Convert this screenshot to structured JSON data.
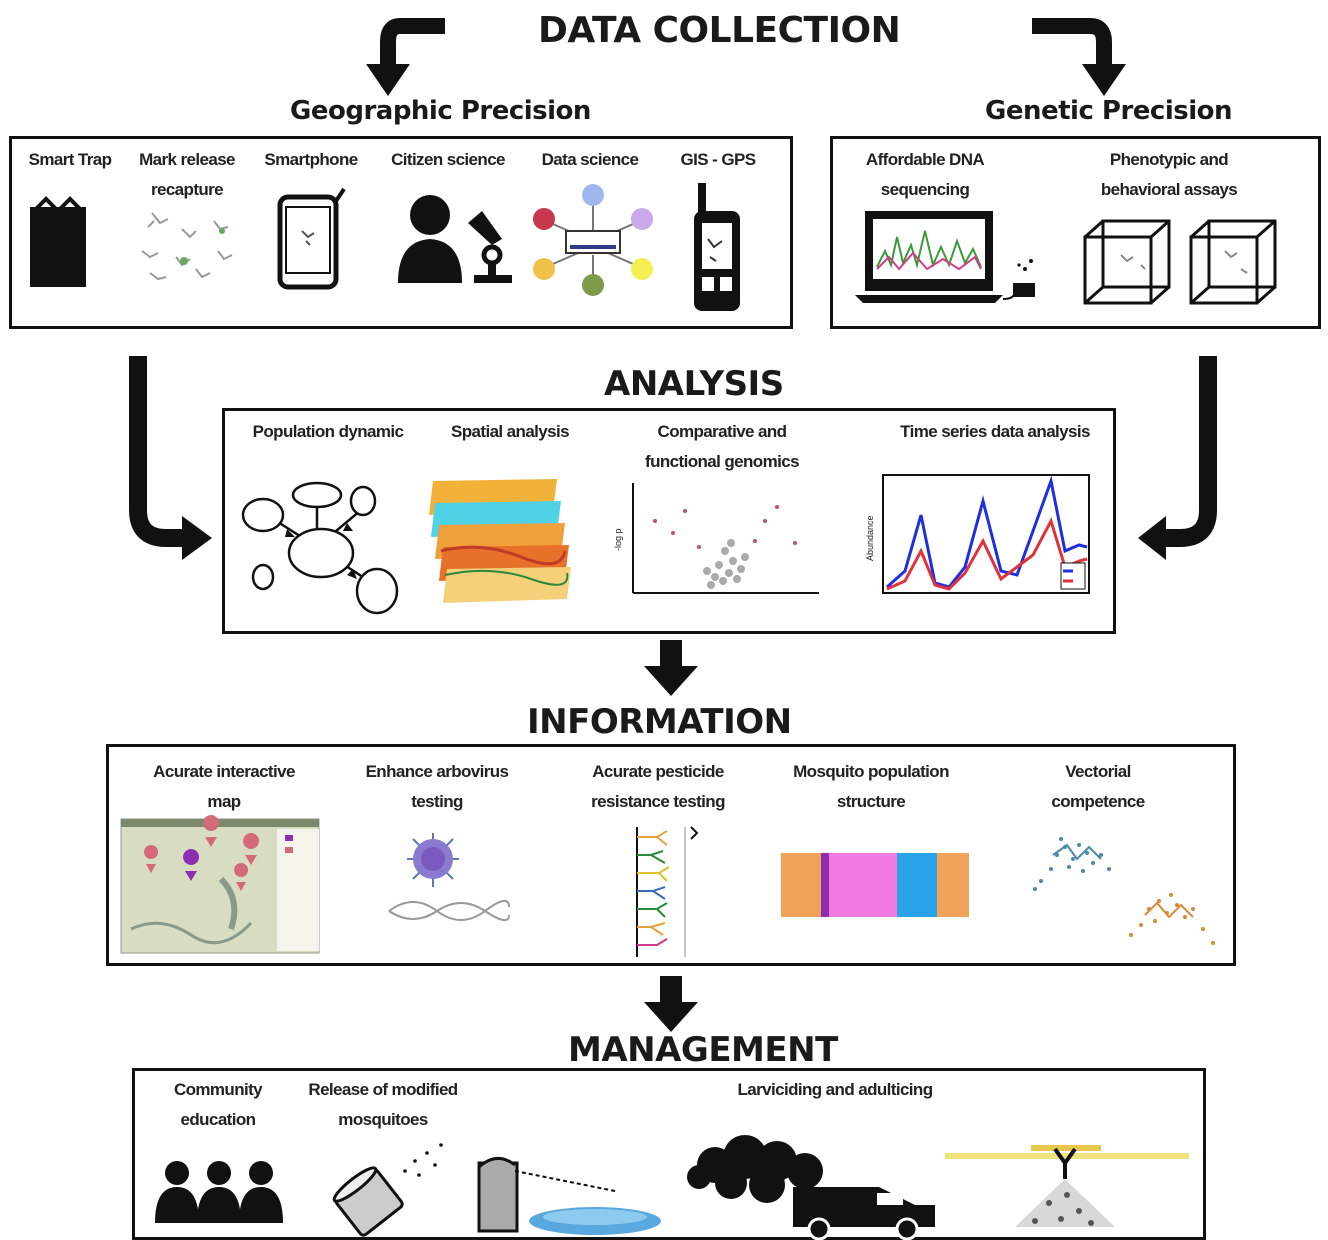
{
  "stages": {
    "data_collection": "DATA COLLECTION",
    "analysis": "ANALYSIS",
    "information": "INFORMATION",
    "management": "MANAGEMENT"
  },
  "geographic": {
    "title": "Geographic Precision",
    "items": [
      {
        "label": "Smart Trap",
        "icon": "trap-icon"
      },
      {
        "label": "Mark release recapture",
        "icon": "mosquitoes-icon"
      },
      {
        "label": "Smartphone",
        "icon": "smartphone-icon"
      },
      {
        "label": "Citizen science",
        "icon": "citizen-microscope-icon"
      },
      {
        "label": "Data science",
        "icon": "network-icon"
      },
      {
        "label": "GIS - GPS",
        "icon": "gps-device-icon"
      }
    ]
  },
  "genetic": {
    "title": "Genetic Precision",
    "items": [
      {
        "label": "Affordable DNA sequencing",
        "icon": "laptop-sequencer-icon"
      },
      {
        "label": "Phenotypic and behavioral assays",
        "icon": "assay-cubes-icon"
      }
    ]
  },
  "analysis": {
    "items": [
      {
        "label": "Population dynamic",
        "icon": "population-graph-icon"
      },
      {
        "label": "Spatial analysis",
        "icon": "map-layers-icon"
      },
      {
        "label": "Comparative and functional genomics",
        "icon": "volcano-plot-icon"
      },
      {
        "label": "Time series data analysis",
        "icon": "time-series-chart-icon"
      }
    ]
  },
  "information": {
    "items": [
      {
        "label": "Acurate interactive map",
        "icon": "interactive-map-icon"
      },
      {
        "label": "Enhance arbovirus testing",
        "icon": "virus-dna-icon"
      },
      {
        "label": "Acurate pesticide resistance testing",
        "icon": "resistance-tree-icon"
      },
      {
        "label": "Mosquito population structure",
        "icon": "structure-bar-icon"
      },
      {
        "label": "Vectorial competence",
        "icon": "scatter-clusters-icon"
      }
    ]
  },
  "management": {
    "items": [
      {
        "label": "Community education",
        "icon": "people-icon"
      },
      {
        "label": "Release of modified mosquitoes",
        "icon": "release-cup-icon"
      },
      {
        "label": "Larviciding and adulticing",
        "icon": "spraying-icon"
      }
    ]
  },
  "colors": {
    "orange": "#f2a35a",
    "purple": "#8d2db0",
    "pink": "#f07ae0",
    "blue": "#2aa3e8",
    "series_blue": "#1f2fe0",
    "series_red": "#e0323a"
  }
}
